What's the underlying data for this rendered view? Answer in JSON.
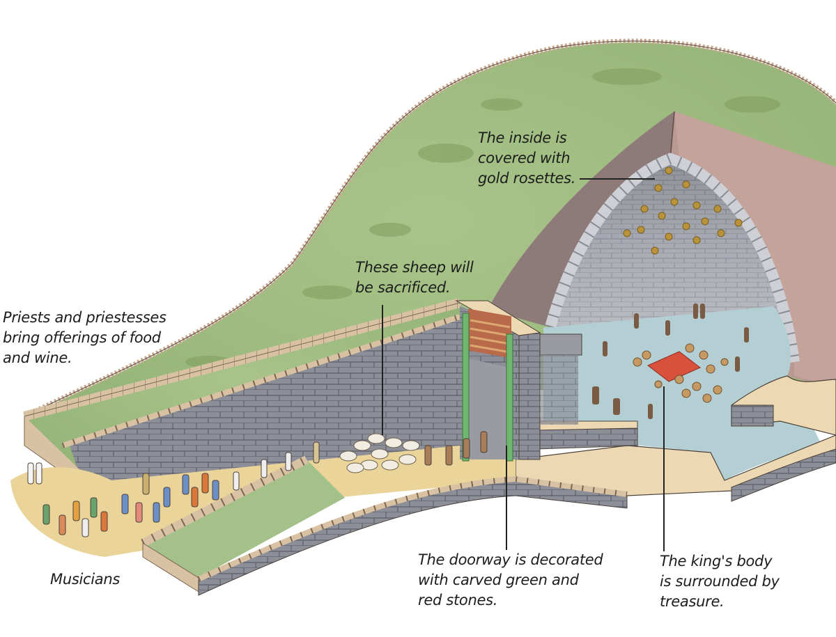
{
  "illustration": {
    "subject": "Cutaway of a tholos (beehive) tomb with a funeral procession",
    "colors": {
      "mound_grass": "#9dbb7e",
      "mound_grass_dark": "#7fa060",
      "cut_earth": "#b89a93",
      "cut_earth_dark": "#8e7a78",
      "stone_wall": "#8d8f98",
      "stone_wall_dark": "#6c6e78",
      "stone_cap": "#d9c2a4",
      "dome_interior": "#b6b9c0",
      "chamber_floor": "#b4cfd3",
      "dromos_ground": "#ead49a",
      "ledge_floor": "#ecd9b4",
      "door_green": "#6fb66e",
      "door_lintel_red": "#b96a4a",
      "rosette_gold": "#b8933a",
      "treasure_red": "#d9503c",
      "leader_line": "#222222",
      "text": "#1c1c1c"
    }
  },
  "labels": {
    "priests": "Priests and priestesses\nbring offerings of food\nand wine.",
    "sheep": "These sheep will\nbe sacrificed.",
    "rosettes": "The inside is\ncovered with\ngold rosettes.",
    "doorway": "The doorway is decorated\nwith carved green and\nred stones.",
    "king": "The king's body\nis surrounded by\ntreasure.",
    "musicians": "Musicians"
  }
}
